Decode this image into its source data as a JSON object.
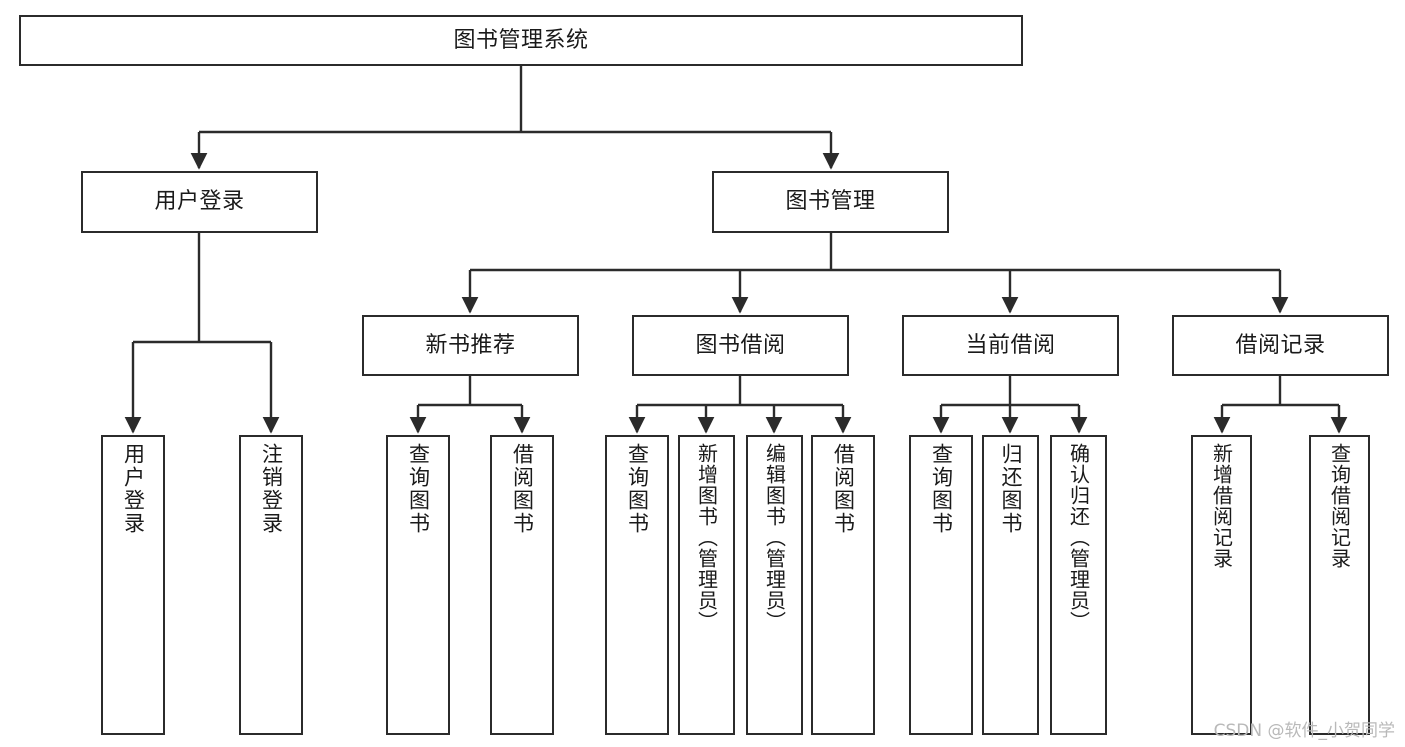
{
  "diagram": {
    "title": "图书管理系统",
    "type": "tree-hierarchy-chart",
    "watermark": "CSDN @软件_小贺同学",
    "colors": {
      "box_border": "#2b2b2b",
      "box_fill": "#ffffff",
      "edge": "#2b2b2b",
      "text": "#1a1a1a",
      "watermark": "#b9b9b9",
      "background": "#ffffff"
    },
    "root": {
      "label": "图书管理系统"
    },
    "level2": [
      {
        "label": "用户登录"
      },
      {
        "label": "图书管理"
      }
    ],
    "level3": [
      {
        "label": "新书推荐"
      },
      {
        "label": "图书借阅"
      },
      {
        "label": "当前借阅"
      },
      {
        "label": "借阅记录"
      }
    ],
    "leaves": {
      "user_login": [
        {
          "label": "用户登录"
        },
        {
          "label": "注销登录"
        }
      ],
      "new_book_recommend": [
        {
          "label": "查询图书"
        },
        {
          "label": "借阅图书"
        }
      ],
      "book_borrow": [
        {
          "label": "查询图书"
        },
        {
          "label": "新增图书（管理员）"
        },
        {
          "label": "编辑图书（管理员）"
        },
        {
          "label": "借阅图书"
        }
      ],
      "current_borrow": [
        {
          "label": "查询图书"
        },
        {
          "label": "归还图书"
        },
        {
          "label": "确认归还（管理员）"
        }
      ],
      "borrow_records": [
        {
          "label": "新增借阅记录"
        },
        {
          "label": "查询借阅记录"
        }
      ]
    }
  }
}
